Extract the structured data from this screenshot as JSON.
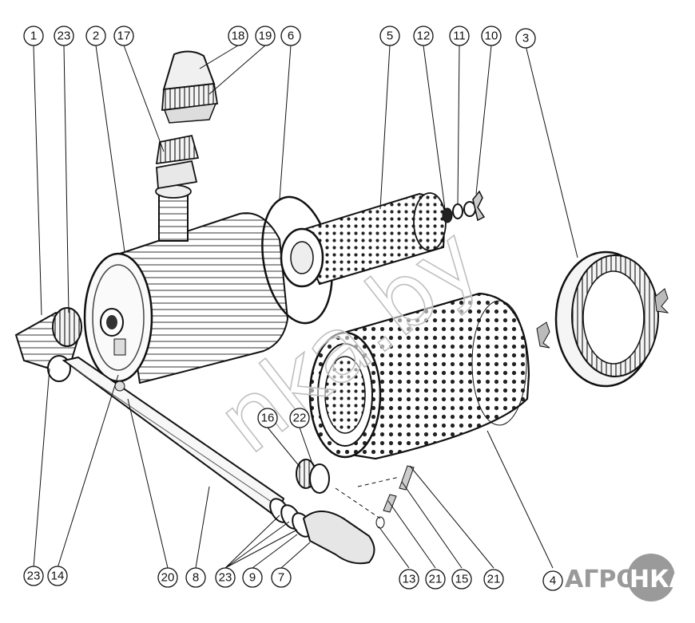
{
  "watermark": "nka.by",
  "brand": {
    "prefix": "АГРО",
    "suffix": "НКА"
  },
  "callouts": {
    "c1": "1",
    "c23a": "23",
    "c2": "2",
    "c17": "17",
    "c18": "18",
    "c19": "19",
    "c6": "6",
    "c5": "5",
    "c12": "12",
    "c11": "11",
    "c10": "10",
    "c3": "3",
    "c16": "16",
    "c22": "22",
    "c23b": "23",
    "c14": "14",
    "c20": "20",
    "c8": "8",
    "c23c": "23",
    "c9": "9",
    "c7": "7",
    "c13": "13",
    "c21a": "21",
    "c15": "15",
    "c21b": "21",
    "c4": "4"
  }
}
